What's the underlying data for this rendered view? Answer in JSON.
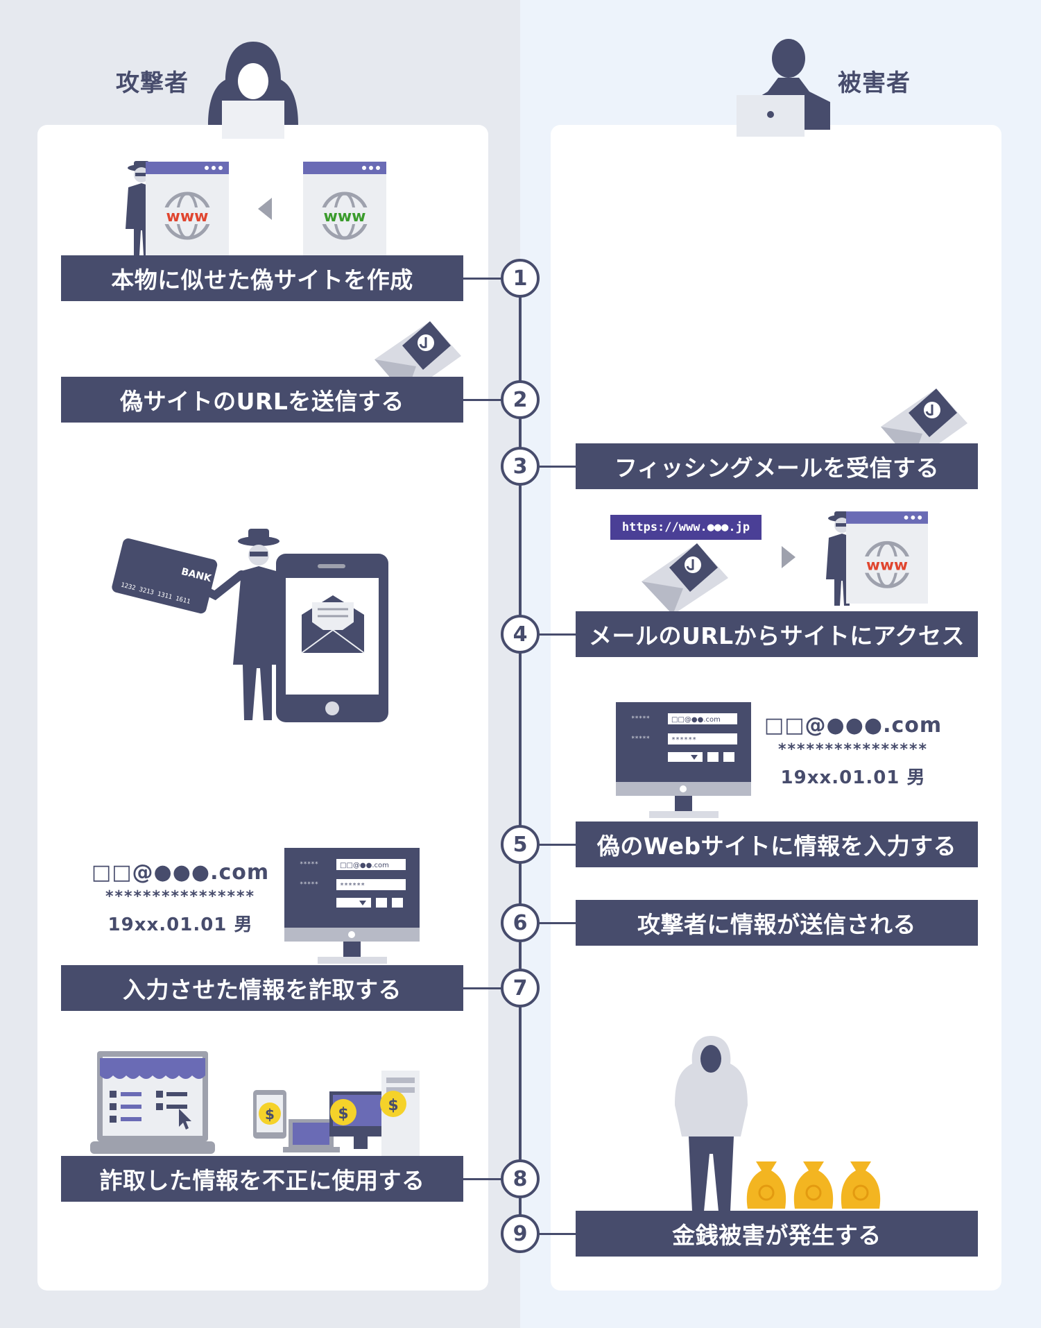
{
  "roles": {
    "attacker": "攻撃者",
    "victim": "被害者"
  },
  "steps": [
    {
      "num": "1",
      "label": "本物に似せた偽サイトを作成",
      "side": "attacker"
    },
    {
      "num": "2",
      "label": "偽サイトのURLを送信する",
      "side": "attacker"
    },
    {
      "num": "3",
      "label": "フィッシングメールを受信する",
      "side": "victim"
    },
    {
      "num": "4",
      "label": "メールのURLからサイトにアクセス",
      "side": "victim"
    },
    {
      "num": "5",
      "label": "偽のWebサイトに情報を入力する",
      "side": "victim"
    },
    {
      "num": "6",
      "label": "攻撃者に情報が送信される",
      "side": "victim"
    },
    {
      "num": "7",
      "label": "入力させた情報を詐取する",
      "side": "attacker"
    },
    {
      "num": "8",
      "label": "詐取した情報を不正に使用する",
      "side": "attacker"
    },
    {
      "num": "9",
      "label": "金銭被害が発生する",
      "side": "victim"
    }
  ],
  "url_badge": "https://www.●●●.jp",
  "victim_info": {
    "email": "□□@●●●.com",
    "password": "****************",
    "birth": "19xx.01.01 男"
  },
  "attacker_info": {
    "email": "□□@●●●.com",
    "password": "****************",
    "birth": "19xx.01.01 男"
  },
  "screen_form": {
    "email_value": "□□@●●.com",
    "password_value": "******",
    "label1": "*****",
    "label2": "*****"
  },
  "card": {
    "brand": "BANK",
    "number": "1232 3213 1311 1611"
  },
  "www_text": "www",
  "currency_symbol": "$",
  "icons": [
    "hacker-laptop-icon",
    "victim-laptop-icon",
    "spy-icon",
    "browser-icon",
    "globe-icon",
    "phishing-mail-icon",
    "credit-card-icon",
    "smartphone-icon",
    "monitor-form-icon",
    "shop-laptop-icon",
    "devices-icon",
    "money-bag-icon",
    "hoodie-person-icon"
  ],
  "colors": {
    "primary": "#474c6c",
    "accent_purple": "#4a3f96",
    "browser_header": "#6a6bb5",
    "gold": "#f3b521",
    "yellow": "#f5d22a",
    "www_red": "#e0452f",
    "www_green": "#3a9b2c"
  }
}
